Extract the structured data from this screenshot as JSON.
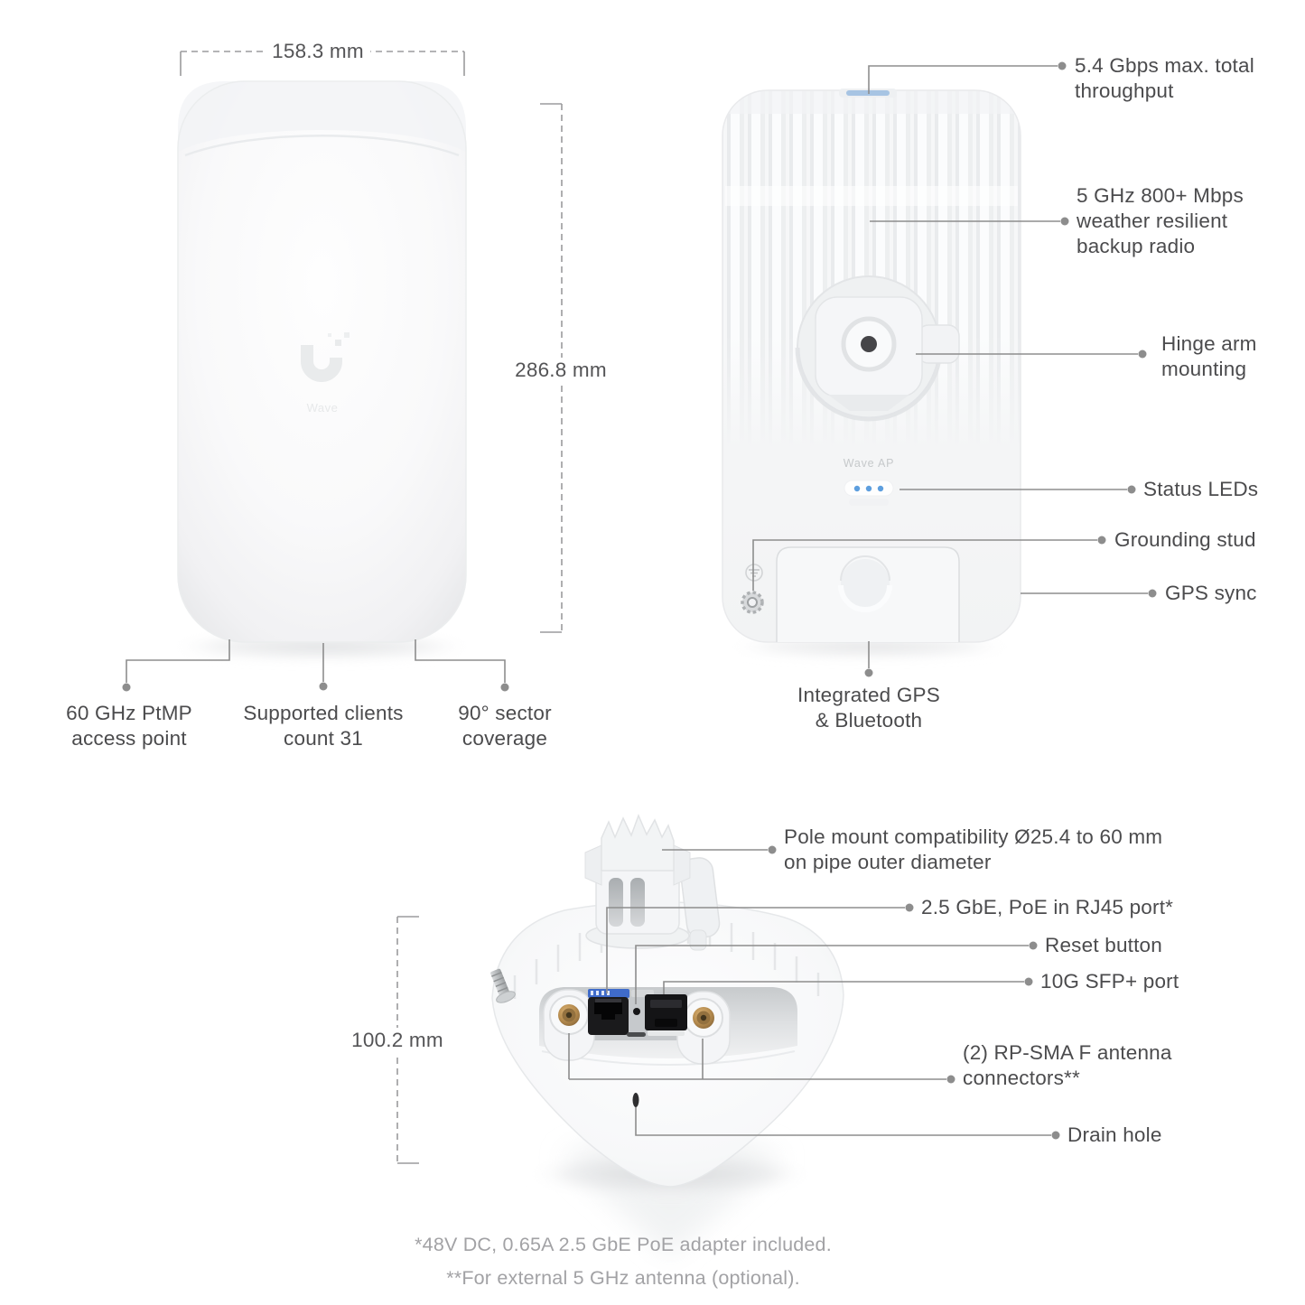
{
  "meta": {
    "background": "#ffffff",
    "text_color": "#4b4b4d",
    "callout_line_color": "#8d8d8d",
    "footnote_color": "#a2a2a5",
    "status_led_color": "#5d9ede",
    "gps_strip_color": "#a7c4e3",
    "rj45_label_color": "#3f6bca",
    "antenna_gold_color": "#b68c4f"
  },
  "front_view": {
    "width_dim": "158.3 mm",
    "height_dim": "286.8 mm",
    "logo_icon": "ubiquiti-u-logo",
    "logo_wordmark": "Wave",
    "callouts": [
      {
        "lines": [
          "60 GHz PtMP",
          "access point"
        ]
      },
      {
        "lines": [
          "Supported clients",
          "count 31"
        ]
      },
      {
        "lines": [
          "90° sector",
          "coverage"
        ]
      }
    ]
  },
  "back_view": {
    "device_label": "Wave AP",
    "callouts": [
      {
        "lines": [
          "5.4 Gbps max. total",
          "throughput"
        ]
      },
      {
        "lines": [
          "5 GHz 800+ Mbps",
          "weather resilient",
          "backup radio"
        ]
      },
      {
        "lines": [
          "Hinge arm",
          "mounting"
        ]
      },
      {
        "lines": [
          "Status LEDs"
        ]
      },
      {
        "lines": [
          "Grounding stud"
        ]
      },
      {
        "lines": [
          "GPS sync"
        ]
      },
      {
        "lines": [
          "Integrated GPS",
          "& Bluetooth"
        ]
      }
    ]
  },
  "bottom_view": {
    "height_dim": "100.2 mm",
    "callouts": [
      {
        "lines": [
          "Pole mount compatibility Ø25.4 to 60 mm",
          "on pipe outer diameter"
        ]
      },
      {
        "lines": [
          "2.5 GbE, PoE in RJ45 port*"
        ]
      },
      {
        "lines": [
          "Reset button"
        ]
      },
      {
        "lines": [
          "10G SFP+ port"
        ]
      },
      {
        "lines": [
          "(2) RP-SMA F antenna",
          "connectors**"
        ]
      },
      {
        "lines": [
          "Drain hole"
        ]
      }
    ]
  },
  "footnotes": [
    "*48V DC, 0.65A 2.5 GbE PoE adapter included.",
    "**For external 5 GHz antenna (optional)."
  ]
}
